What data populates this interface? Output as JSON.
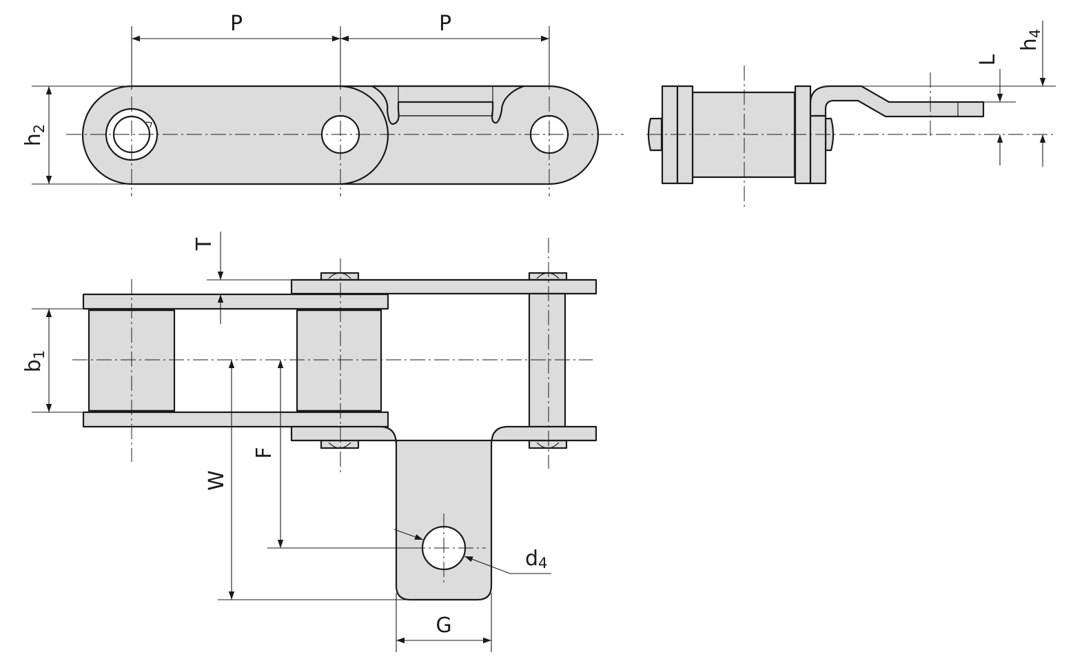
{
  "colors": {
    "part_fill": "#dcdcdc",
    "line": "#1a1a1a"
  },
  "labels": {
    "pitch_left": "P",
    "pitch_right": "P",
    "link_height": "h",
    "link_height_sub": "2",
    "attachment_offset": "L",
    "attachment_height": "h",
    "attachment_height_sub": "4",
    "plate_thickness": "T",
    "inner_width": "b",
    "inner_width_sub": "1",
    "hole_center_distance": "F",
    "overall_width": "W",
    "hole_diameter": "d",
    "hole_diameter_sub": "4",
    "attachment_width": "G"
  }
}
